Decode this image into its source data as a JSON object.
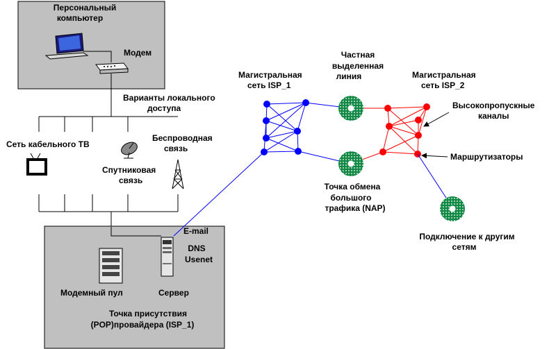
{
  "pc_box": {
    "title_line1": "Персональный",
    "title_line2": "компьютер",
    "modem_label": "Модем"
  },
  "local_access": {
    "title_line1": "Варианты локального",
    "title_line2": "доступа"
  },
  "cable_tv": {
    "label": "Сеть кабельного ТВ"
  },
  "satellite": {
    "label_line1": "Спутниковая",
    "label_line2": "связь"
  },
  "wireless": {
    "label_line1": "Беспроводная",
    "label_line2": "связь"
  },
  "pop_box": {
    "services": [
      "E-mail",
      "DNS",
      "Usenet"
    ],
    "modem_pool_label": "Модемный пул",
    "server_label": "Сервер",
    "title_line1": "Точка присутствия",
    "title_line2": "(POP)провайдера (ISP_1)"
  },
  "isp1": {
    "label_line1": "Магистральная",
    "label_line2": "сеть ISP_1"
  },
  "private_line": {
    "label_line1": "Частная",
    "label_line2": "выделенная",
    "label_line3": "линия"
  },
  "isp2": {
    "label_line1": "Магистральная",
    "label_line2": "сеть ISP_2"
  },
  "high_bandwidth": {
    "label_line1": "Высокопропускные",
    "label_line2": "каналы"
  },
  "routers": {
    "label": "Маршрутизаторы"
  },
  "nap": {
    "label_line1": "Точка обмена",
    "label_line2": "большого",
    "label_line3": "трафика (NAP)"
  },
  "other_networks": {
    "label_line1": "Подключение к другим",
    "label_line2": "сетям"
  },
  "colors": {
    "isp1": "#0000ff",
    "isp2": "#ff0000",
    "ring": "#118844",
    "box_fill": "#c0c0c0"
  }
}
